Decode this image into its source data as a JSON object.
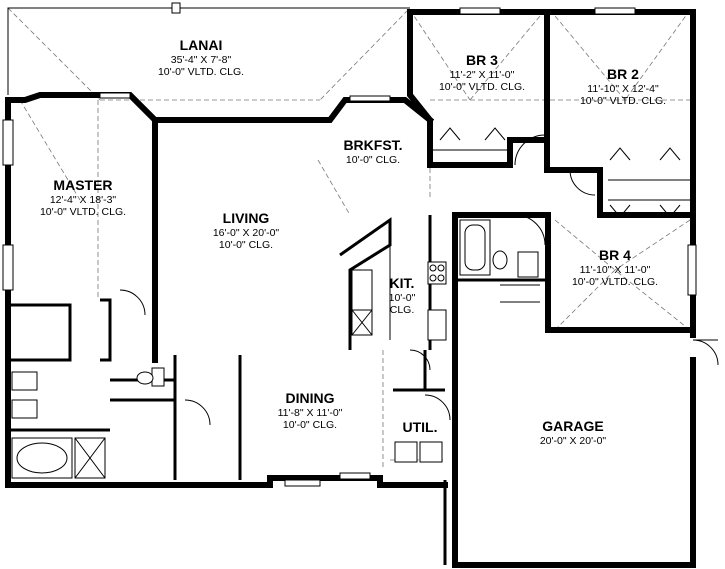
{
  "plan": {
    "rooms": {
      "lanai": {
        "name": "LANAI",
        "dims": "35'-4\" X 7'-8\"",
        "ceiling": "10'-0\" VLTD. CLG."
      },
      "br3": {
        "name": "BR 3",
        "dims": "11'-2\" X 11'-0\"",
        "ceiling": "10'-0\" VLTD. CLG."
      },
      "br2": {
        "name": "BR 2",
        "dims": "11'-10\" X 12'-4\"",
        "ceiling": "10'-0\" VLTD. CLG."
      },
      "brkfst": {
        "name": "BRKFST.",
        "ceiling": "10'-0\" CLG."
      },
      "master": {
        "name": "MASTER",
        "dims": "12'-4\" X 18'-3\"",
        "ceiling": "10'-0\" VLTD. CLG."
      },
      "living": {
        "name": "LIVING",
        "dims": "16'-0\" X 20'-0\"",
        "ceiling": "10'-0\" CLG."
      },
      "kit": {
        "name": "KIT.",
        "ceiling_line1": "10'-0\"",
        "ceiling_line2": "CLG."
      },
      "br4": {
        "name": "BR 4",
        "dims": "11'-10\" X 11'-0\"",
        "ceiling": "10'-0\" VLTD. CLG."
      },
      "dining": {
        "name": "DINING",
        "dims": "11'-8\" X 11'-0\"",
        "ceiling": "10'-0\" CLG."
      },
      "util": {
        "name": "UTIL."
      },
      "garage": {
        "name": "GARAGE",
        "dims": "20'-0\" X 20'-0\""
      }
    }
  }
}
